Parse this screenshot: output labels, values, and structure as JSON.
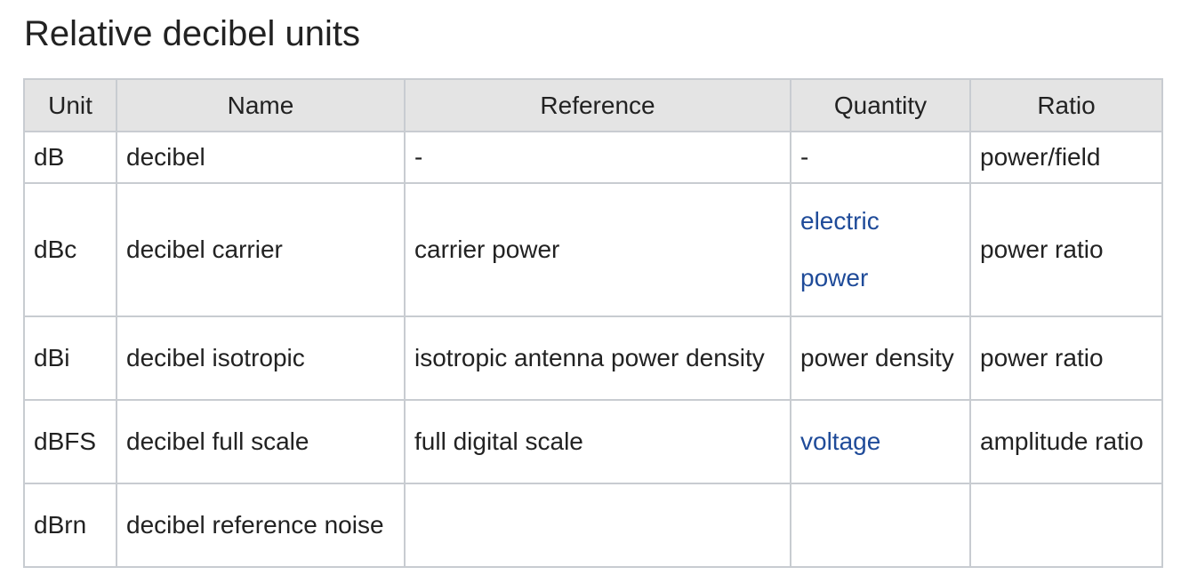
{
  "page": {
    "title": "Relative decibel units"
  },
  "table": {
    "headers": [
      "Unit",
      "Name",
      "Reference",
      "Quantity",
      "Ratio"
    ],
    "rows": [
      {
        "unit": "dB",
        "name": "decibel",
        "reference": "-",
        "quantity": [
          "-"
        ],
        "quantity_is_link": false,
        "ratio": "power/field"
      },
      {
        "unit": "dBc",
        "name": "decibel carrier",
        "reference": "carrier power",
        "quantity": [
          "electric",
          "power"
        ],
        "quantity_is_link": true,
        "ratio": "power ratio"
      },
      {
        "unit": "dBi",
        "name": "decibel isotropic",
        "reference": "isotropic antenna power density",
        "quantity": [
          "power density"
        ],
        "quantity_is_link": false,
        "ratio": "power ratio"
      },
      {
        "unit": "dBFS",
        "name": "decibel full scale",
        "reference": "full digital scale",
        "quantity": [
          "voltage"
        ],
        "quantity_is_link": true,
        "ratio": "amplitude ratio"
      },
      {
        "unit": "dBrn",
        "name": "decibel reference noise",
        "reference": "",
        "quantity": [
          ""
        ],
        "quantity_is_link": false,
        "ratio": ""
      }
    ]
  },
  "colors": {
    "link": "#1f4b99",
    "header_background": "#e4e4e4",
    "border": "#c8ccd1",
    "text": "#222222"
  }
}
